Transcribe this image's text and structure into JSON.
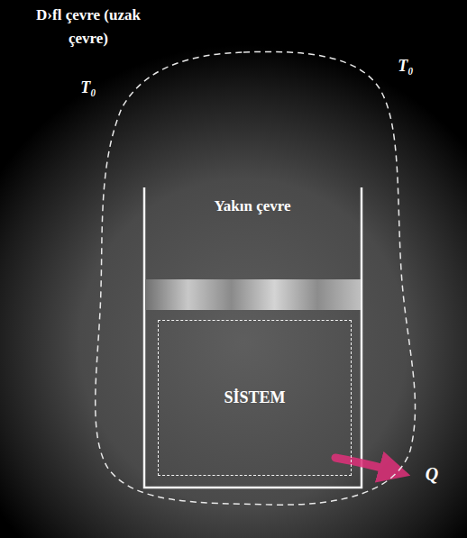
{
  "diagram": {
    "nodes": [
      {
        "text": [
          "T₀",
          "Yakın çevre"
        ]
      },
      {
        "text": [
          "SİSTEM"
        ],
        "in": 0
      }
    ],
    "labels": [
      "D›fl çevre (uzak çevre)",
      "T₀",
      "Q"
    ]
  }
}
